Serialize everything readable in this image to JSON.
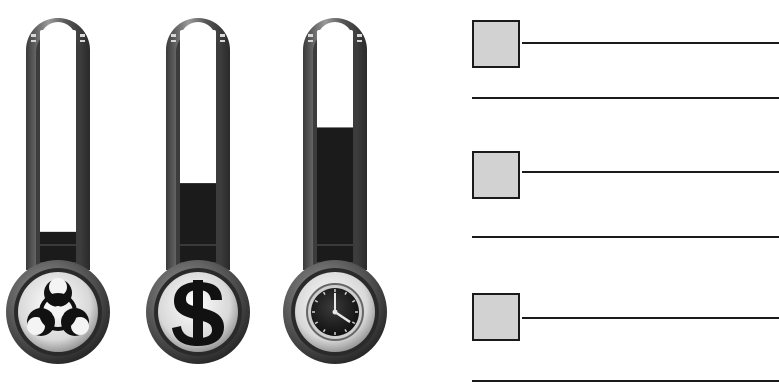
{
  "colors": {
    "fill": "#1b1b1b",
    "tube_empty": "#ffffff",
    "frame": "#6a6a6a",
    "legend_box": "#d2d2d2",
    "line": "#1a1a1a"
  },
  "thermometers": [
    {
      "id": "biohazard",
      "icon": "biohazard-icon",
      "level": 0.13
    },
    {
      "id": "money",
      "icon": "dollar-icon",
      "level": 0.34
    },
    {
      "id": "time",
      "icon": "clock-icon",
      "level": 0.58
    }
  ],
  "legend": {
    "rows": 3,
    "labels": [
      "",
      "",
      ""
    ]
  }
}
